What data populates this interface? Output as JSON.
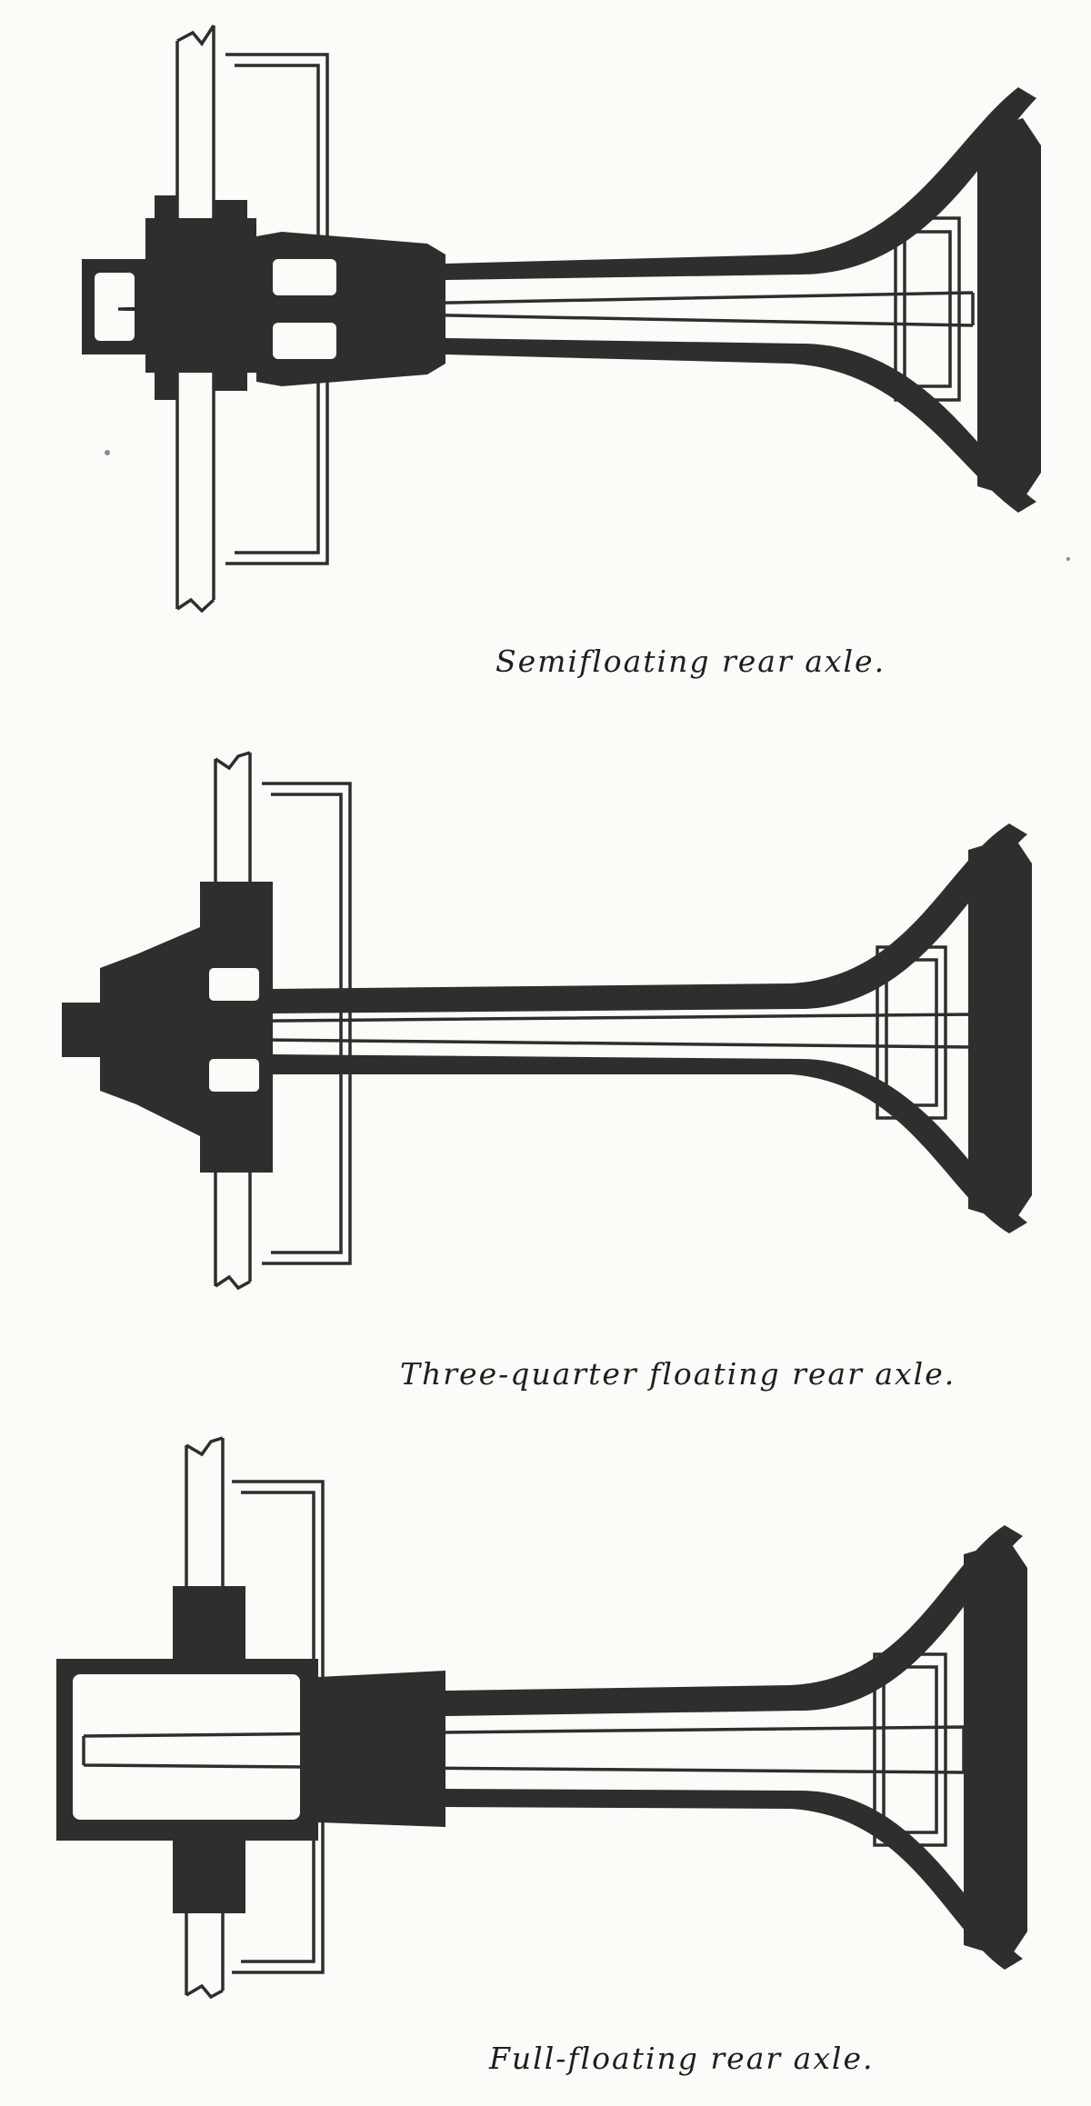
{
  "figures": [
    {
      "caption": "Semifloating rear axle."
    },
    {
      "caption": "Three-quarter floating rear axle."
    },
    {
      "caption": "Full-floating rear axle."
    }
  ],
  "colors": {
    "ink": "#2e2e2e",
    "paper": "#fbfbf8"
  }
}
